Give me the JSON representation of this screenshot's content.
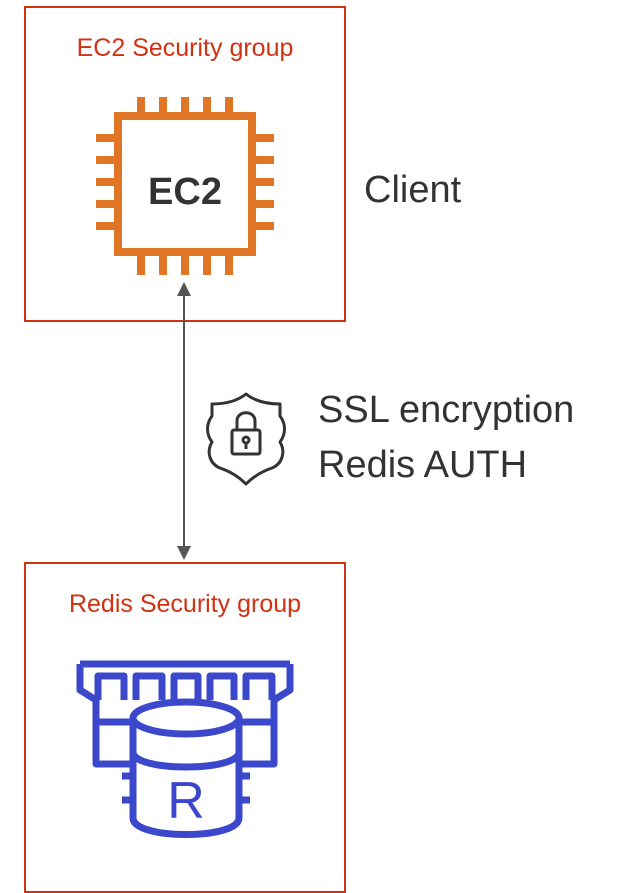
{
  "ec2_group": {
    "title": "EC2 Security group",
    "icon_label": "EC2",
    "icon": "ec2-chip-icon",
    "border_color": "#d13212",
    "icon_color": "#e07526"
  },
  "client_label": "Client",
  "connection": {
    "icon": "shield-lock-icon",
    "line1": "SSL encryption",
    "line2": "Redis AUTH"
  },
  "redis_group": {
    "title": "Redis Security group",
    "icon_label": "R",
    "icon": "redis-database-icon",
    "border_color": "#d13212",
    "icon_color": "#3b48cc"
  }
}
